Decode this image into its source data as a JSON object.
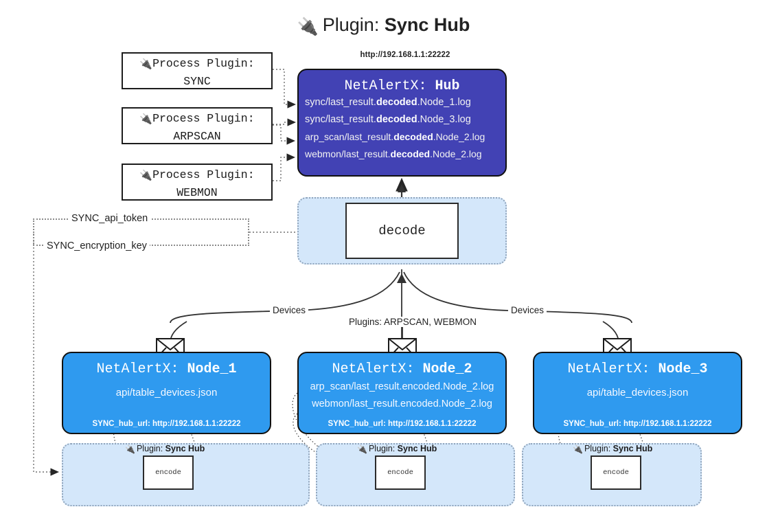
{
  "title": {
    "icon": "electric-plug-icon",
    "prefix": "Plugin:",
    "name": "Sync Hub"
  },
  "process_plugins": [
    {
      "icon": "electric-plug-icon",
      "line1": "Process Plugin:",
      "line2": "SYNC"
    },
    {
      "icon": "electric-plug-icon",
      "line1": "Process Plugin:",
      "line2": "ARPSCAN"
    },
    {
      "icon": "electric-plug-icon",
      "line1": "Process Plugin:",
      "line2": "WEBMON"
    }
  ],
  "hub": {
    "url": "http://192.168.1.1:22222",
    "title_prefix": "NetAlertX:",
    "title_name": "Hub",
    "lines": [
      {
        "pre": "sync/last_result.",
        "em": "decoded",
        "post": ".Node_1.log"
      },
      {
        "pre": "sync/last_result.",
        "em": "decoded",
        "post": ".Node_3.log"
      },
      {
        "pre": "arp_scan/last_result.",
        "em": "decoded",
        "post": ".Node_2.log"
      },
      {
        "pre": "webmon/last_result.",
        "em": "decoded",
        "post": ".Node_2.log"
      }
    ],
    "fill_color": "#4242b4"
  },
  "decode": {
    "label": "decode",
    "zone_color": "#d4e7fa"
  },
  "keys": {
    "api_token": "SYNC_api_token",
    "encryption_key": "SYNC_encryption_key"
  },
  "edge_labels": {
    "devices_left": "Devices",
    "devices_right": "Devices",
    "plugins_center": "Plugins: ARPSCAN, WEBMON"
  },
  "nodes": [
    {
      "title_prefix": "NetAlertX:",
      "title_name": "Node_1",
      "lines": [
        "api/table_devices.json"
      ],
      "footer": "SYNC_hub_url: http://192.168.1.1:22222",
      "icon": "envelope-icon",
      "fill_color": "#2f9aef"
    },
    {
      "title_prefix": "NetAlertX:",
      "title_name": "Node_2",
      "lines": [
        "arp_scan/last_result.encoded.Node_2.log",
        "webmon/last_result.encoded.Node_2.log"
      ],
      "footer": "SYNC_hub_url: http://192.168.1.1:22222",
      "icon": "envelope-icon",
      "fill_color": "#2f9aef"
    },
    {
      "title_prefix": "NetAlertX:",
      "title_name": "Node_3",
      "lines": [
        "api/table_devices.json"
      ],
      "footer": "SYNC_hub_url: http://192.168.1.1:22222",
      "icon": "envelope-icon",
      "fill_color": "#2f9aef"
    }
  ],
  "encode_zones": [
    {
      "plugin_prefix": "Plugin:",
      "plugin_name": "Sync Hub",
      "box_label": "encode",
      "icon": "electric-plug-icon"
    },
    {
      "plugin_prefix": "Plugin:",
      "plugin_name": "Sync Hub",
      "box_label": "encode",
      "icon": "electric-plug-icon"
    },
    {
      "plugin_prefix": "Plugin:",
      "plugin_name": "Sync Hub",
      "box_label": "encode",
      "icon": "electric-plug-icon"
    }
  ]
}
